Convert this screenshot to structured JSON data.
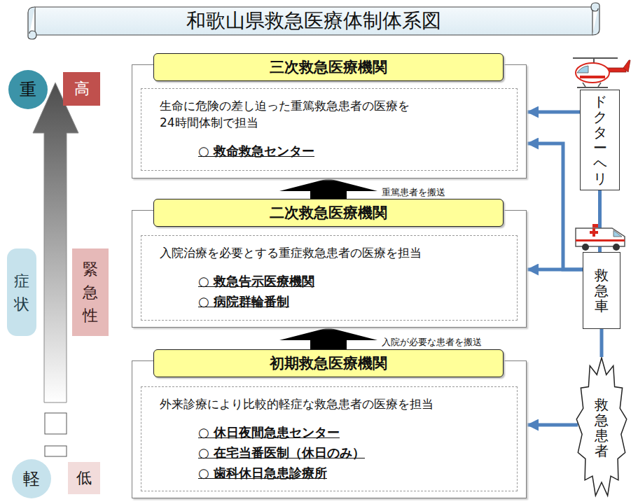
{
  "diagram": {
    "title": "和歌山県救急医療体制体系図",
    "nodes": [
      {
        "text": [
          "三次救急医療機関"
        ]
      },
      {
        "text": [
          "生命に危険の差し迫った重篤救急患者の医療を 24時間体制で担当",
          "○ 救命救急センター"
        ],
        "in": 0
      },
      {
        "text": [
          "二次救急医療機関"
        ]
      },
      {
        "text": [
          "入院治療を必要とする重症救急患者の医療を担当",
          "○ 救急告示医療機関",
          "○ 病院群輪番制"
        ],
        "in": 2
      },
      {
        "text": [
          "初期救急医療機関"
        ]
      },
      {
        "text": [
          "外来診療により比較的軽症な救急患者の医療を担当",
          "○ 休日夜間急患センター",
          "○ 在宅当番医制（休日のみ）",
          "○ 歯科休日急患診療所"
        ],
        "in": 4
      },
      {
        "text": [
          "ドクターヘリ"
        ]
      },
      {
        "text": [
          "救急車"
        ]
      },
      {
        "text": [
          "救急患者"
        ]
      },
      {
        "text": [
          "重"
        ]
      },
      {
        "text": [
          "高"
        ]
      },
      {
        "text": [
          "症状"
        ]
      },
      {
        "text": [
          "緊急性"
        ]
      },
      {
        "text": [
          "軽"
        ]
      },
      {
        "text": [
          "低"
        ]
      }
    ],
    "edges": [
      {
        "from": 2,
        "to": 0,
        "arrow": "to",
        "label": "重篤患者を搬送"
      },
      {
        "from": 4,
        "to": 2,
        "arrow": "to",
        "label": "入院が必要な患者を搬送"
      },
      {
        "from": 6,
        "to": 0,
        "arrow": "to"
      },
      {
        "from": 7,
        "to": 0,
        "arrow": "to"
      },
      {
        "from": 7,
        "to": 2,
        "arrow": "to"
      },
      {
        "from": 8,
        "to": 4,
        "arrow": "to"
      },
      {
        "from": 6,
        "to": 7,
        "arrow": "none"
      },
      {
        "from": 7,
        "to": 8,
        "arrow": "none"
      }
    ]
  }
}
